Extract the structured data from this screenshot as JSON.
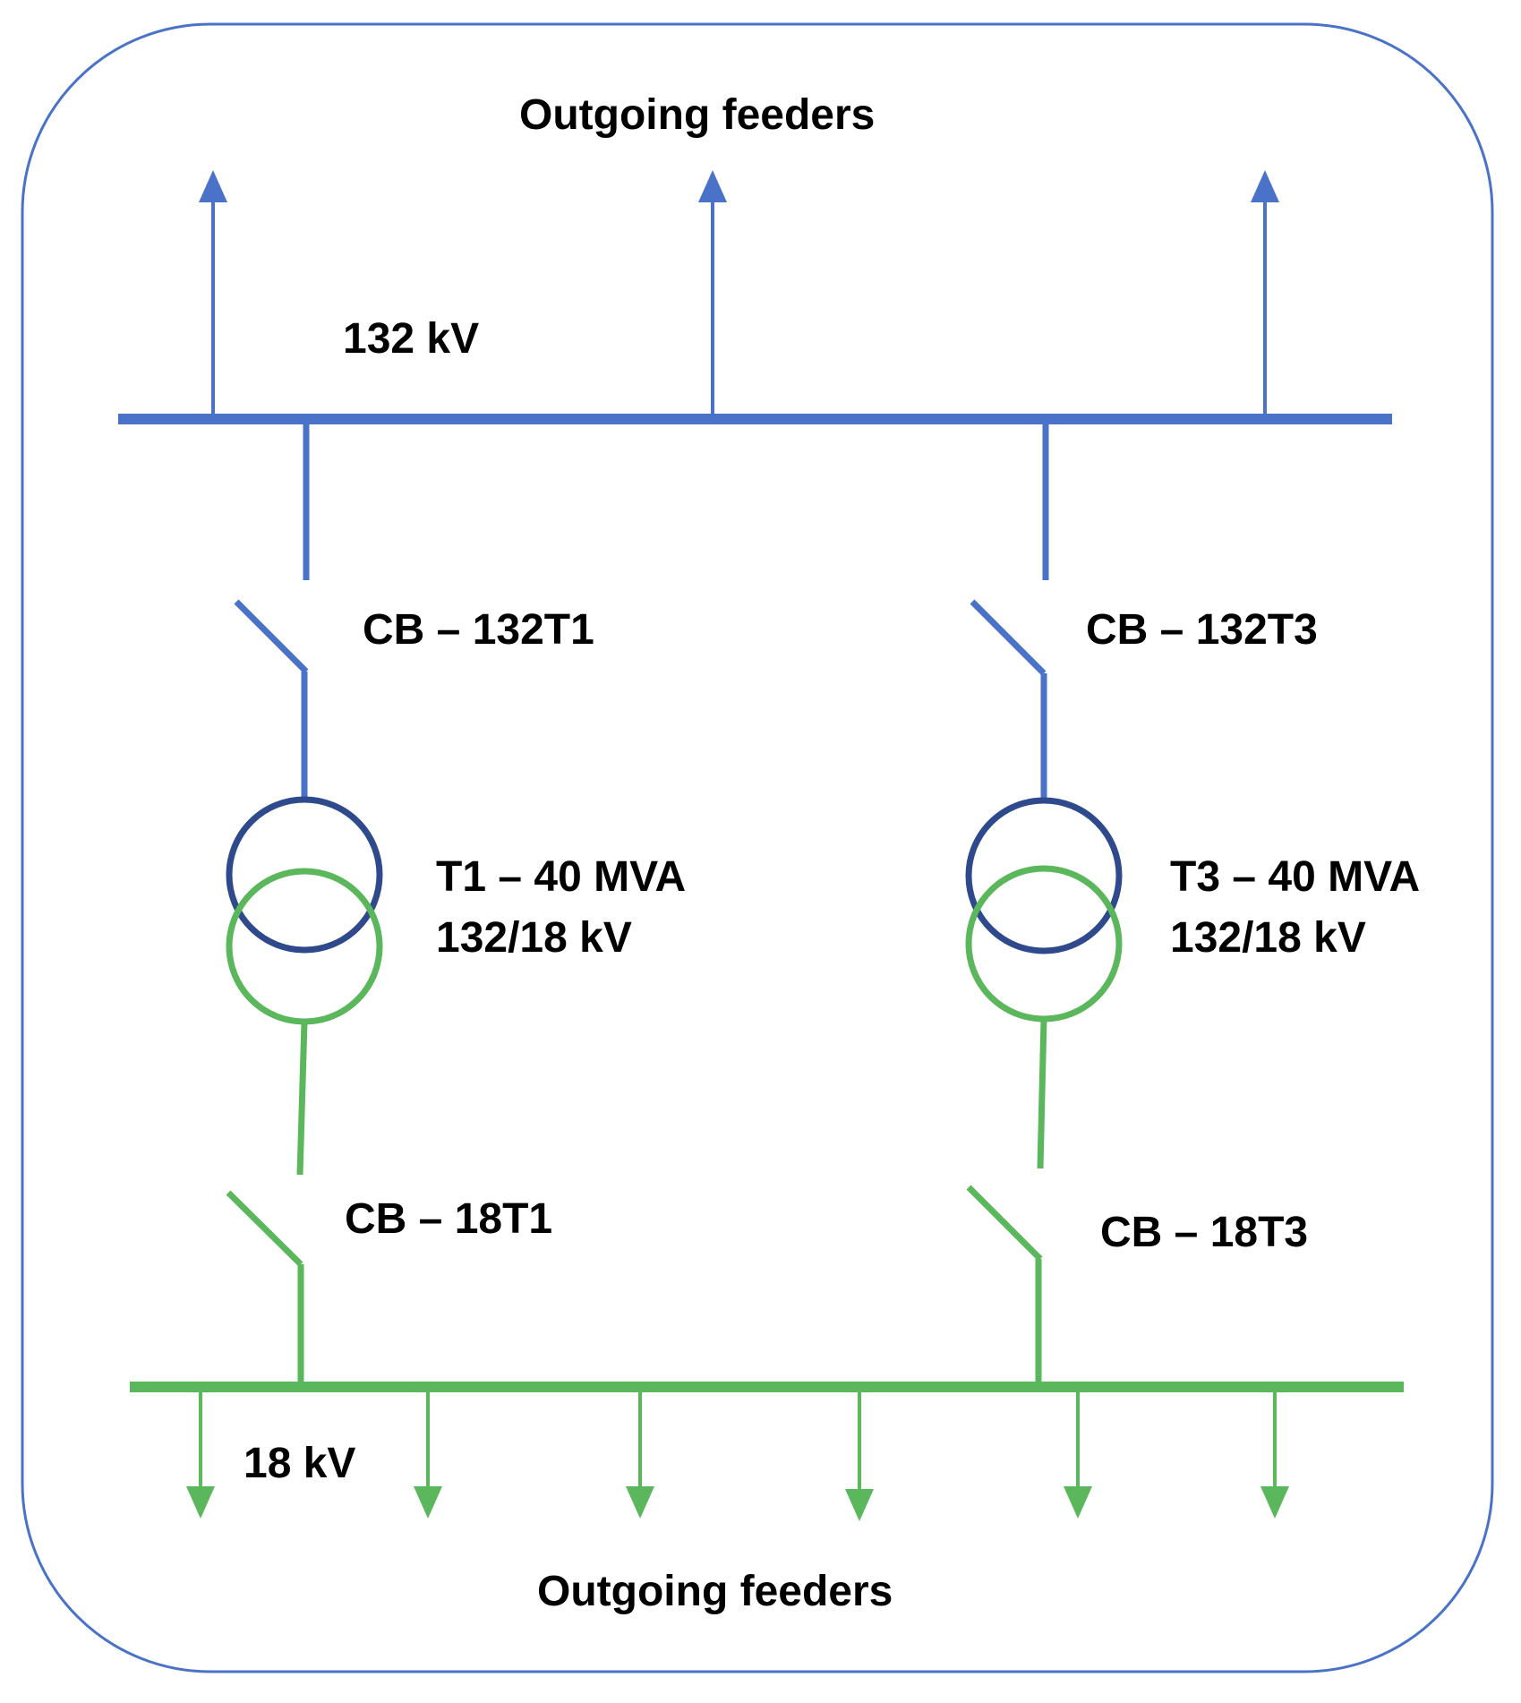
{
  "colors": {
    "hv": "#4A72C8",
    "hv_winding": "#2E4A8C",
    "lv": "#5BB75B",
    "frame": "#4A72C8",
    "text": "#000000"
  },
  "labels": {
    "top_feeders": "Outgoing feeders",
    "bus_132": "132 kV",
    "cb_132t1": "CB – 132T1",
    "cb_132t3": "CB – 132T3",
    "t1_rating": "T1 – 40 MVA",
    "t1_ratio": "132/18 kV",
    "t3_rating": "T3 – 40 MVA",
    "t3_ratio": "132/18 kV",
    "cb_18t1": "CB – 18T1",
    "cb_18t3": "CB – 18T3",
    "bus_18": "18 kV",
    "bottom_feeders": "Outgoing feeders"
  },
  "feeders": {
    "hv_count": 3,
    "lv_count": 6
  }
}
